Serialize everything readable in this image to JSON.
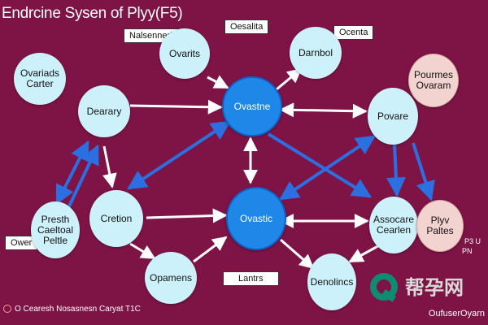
{
  "diagram": {
    "title": "Endrcine Sysen of Plyy(F5)",
    "labels": {
      "top_left": "Nalsenned",
      "top_center": "Oesalita",
      "top_right": "Ocenta",
      "left_small": "Ower",
      "bottom_center": "Lantrs",
      "right_small_1": "P3 U",
      "right_small_2": "PN"
    },
    "nodes": {
      "ovarian_carter": "Ovariads Carter",
      "ovarits": "Ovarits",
      "darnbol": "Darnbol",
      "pourmes_ovaram": "Pourmes Ovaram",
      "dearay": "Dearary",
      "ovastne": "Ovastne",
      "povare": "Povare",
      "presth": "Presth Caeltoal Peltle",
      "cretion": "Cretion",
      "ovasetic": "Ovastic",
      "assocaro": "Assocare Cearlen",
      "plypathes": "Plyv Paltes",
      "opamens": "Opamens",
      "denolines": "Denolincs"
    },
    "footer": {
      "left": "O Cearesh Nosasnesn Caryat T1C",
      "right": "OufuserOyarn"
    },
    "watermark": "帮孕网",
    "colors": {
      "background": "#7e1446",
      "node_light": "#cdf1fb",
      "node_blue": "#1f87e8",
      "node_pink": "#f2d3cf",
      "arrow_white": "#ffffff",
      "arrow_blue": "#2c6fe0"
    }
  }
}
